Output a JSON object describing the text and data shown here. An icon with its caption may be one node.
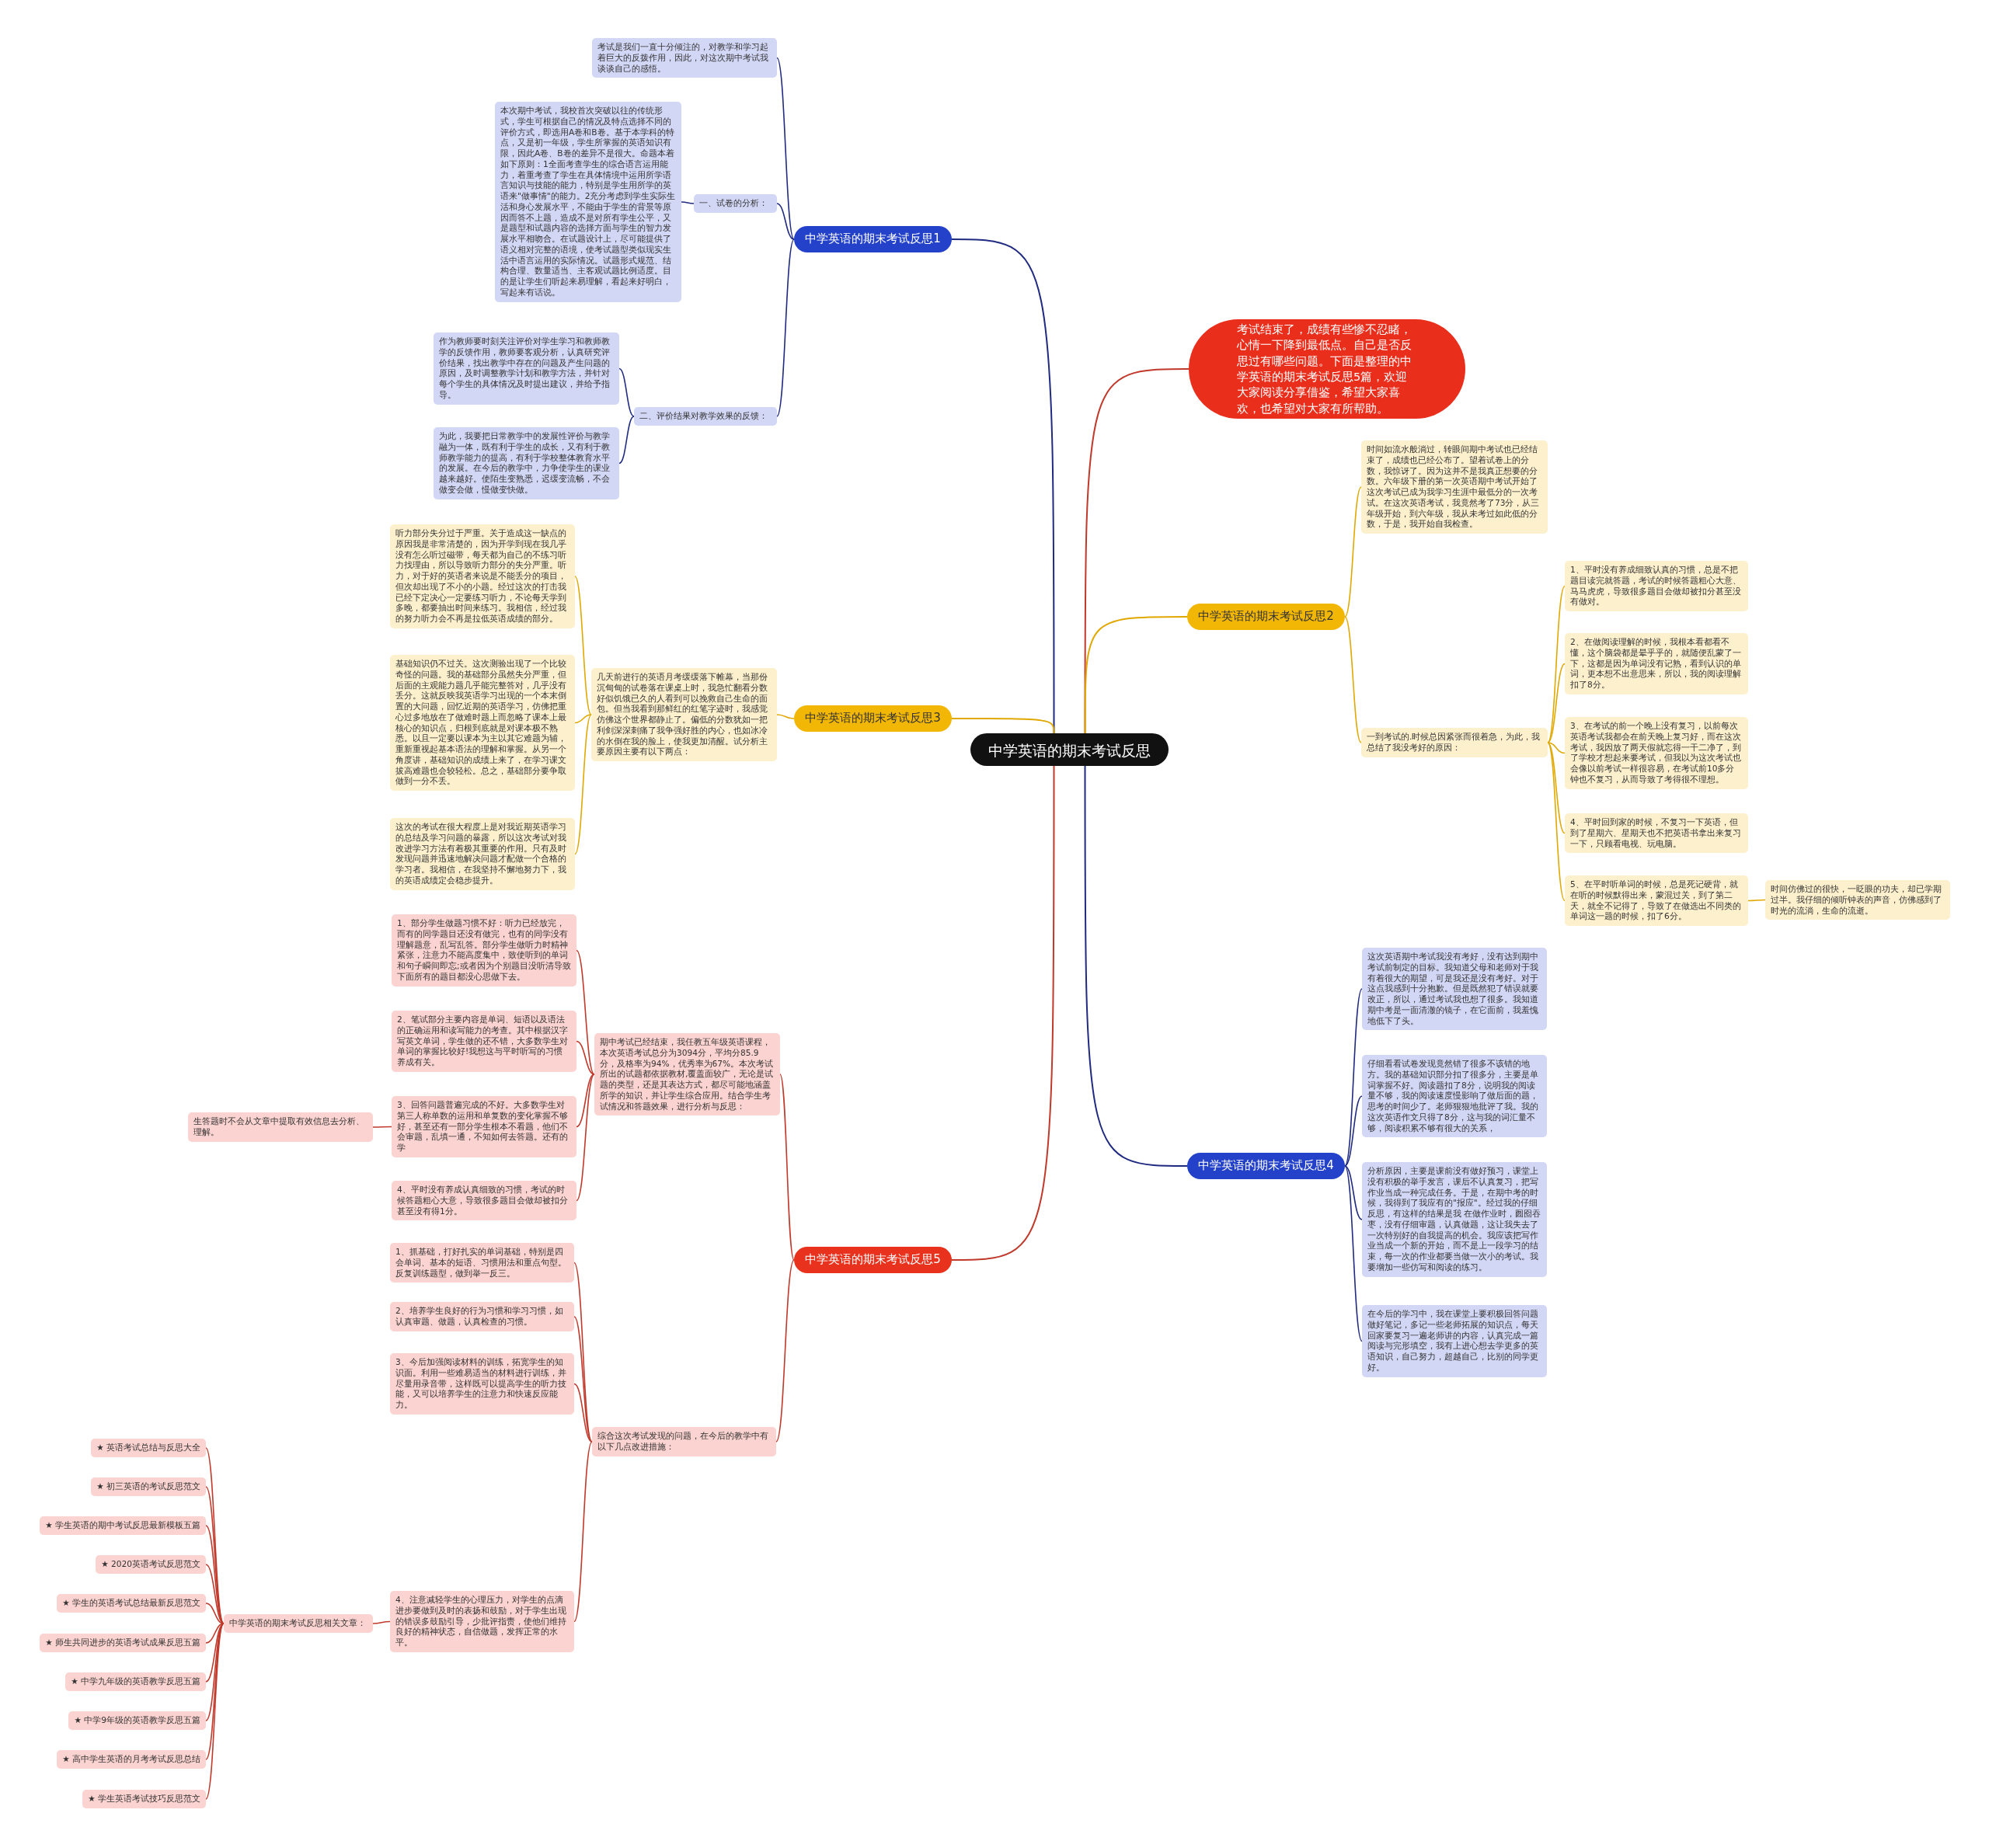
{
  "diagram": {
    "nodes": [
      {
        "text": [
          "中学英语的期末考试反思"
        ]
      },
      {
        "text": [
          "中学英语的期末考试反思1"
        ]
      },
      {
        "text": [
          "考试是我们一直十分倾注的，对教学和学习起着巨大的反拨作用，因此，对这次期中考试我谈谈自己的感悟。"
        ]
      },
      {
        "text": [
          "一、试卷的分析："
        ]
      },
      {
        "text": [
          "本次期中考试，我校首次突破以往的传统形式，学生可根据自己的情况及特点选择不同的评价方式，即选用A卷和B卷。基于本学科的特点，又是初一年级，学生所掌握的英语知识有限，因此A卷、B卷的差异不是很大。命题本着如下原则：1全面考查学生的综合语言运用能力，着重考查了学生在具体情境中运用所学语言知识与技能的能力，特别是学生用所学的英语来\"做事情\"的能力。2充分考虑到学生实际生活和身心发展水平，不能由于学生的背景等原因而答不上题，造成不是对所有学生公平，又是题型和试题内容的选择方面与学生的智力发展水平相吻合。在试题设计上，尽可能提供了语义相对完整的语境，使考试题型类似现实生活中语言运用的实际情况。试题形式规范、结构合理、数量适当、主客观试题比例适度。目的是让学生们听起来易理解，看起来好明白，写起来有话说。"
        ]
      },
      {
        "text": [
          "二、评价结果对教学效果的反馈："
        ]
      },
      {
        "text": [
          "作为教师要时刻关注评价对学生学习和教师教学的反馈作用，教师要客观分析，认真研究评价结果，找出教学中存在的问题及产生问题的原因，及时调整教学计划和教学方法，并针对每个学生的具体情况及时提出建议，并给予指导。"
        ]
      },
      {
        "text": [
          "为此，我要把日常教学中的发展性评价与教学融为一体，既有利于学生的成长，又有利于教师教学能力的提高，有利于学校整体教育水平的发展。在今后的教学中，力争使学生的课业越来越好。使陌生变熟悉，迟缓变流畅，不会做变会做，慢做变快做。"
        ]
      },
      {
        "text": [
          "考试结束了，成绩有些惨不忍睹，心情一下降到最低点。自己是否反思过有哪些问题。下面是整理的中学英语的期末考试反思5篇，欢迎大家阅读分享借鉴，希望大家喜欢，也希望对大家有所帮助。"
        ]
      },
      {
        "text": [
          "中学英语的期末考试反思2"
        ]
      },
      {
        "text": [
          "时间如流水般淌过，转眼间期中考试也已经结束了，成绩也已经公布了。望着试卷上的分数，我惊讶了。因为这并不是我真正想要的分数。六年级下册的第一次英语期中考试开始了这次考试已成为我学习生涯中最低分的一次考试。在这次英语考试，我竟然考了73分，从三年级开始，到六年级，我从未考过如此低的分数，于是，我开始自我检查。"
        ]
      },
      {
        "text": [
          "一到考试的.时候总因紧张而很着急，为此，我总结了我没考好的原因："
        ]
      },
      {
        "text": [
          "1、平时没有养成细致认真的习惯，总是不把题目读完就答题，考试的时候答题粗心大意、马马虎虎，导致很多题目会做却被扣分甚至没有做对。"
        ]
      },
      {
        "text": [
          "2、在做阅读理解的时候，我根本看都看不懂，这个脑袋都是晕乎乎的，就随便乱蒙了一下，这都是因为单词没有记熟，看到认识的单词，更本想不出意思来，所以，我的阅读理解扣了8分。"
        ]
      },
      {
        "text": [
          "3、在考试的前一个晚上没有复习，以前每次英语考试我都会在前天晚上复习好，而在这次考试，我因放了两天假就忘得一干二净了，到了学校才想起来要考试，但我以为这次考试也会像以前考试一样很容易，在考试前10多分钟也不复习，从而导致了考得很不理想。"
        ]
      },
      {
        "text": [
          "4、平时回到家的时候，不复习一下英语，但到了星期六、星期天也不把英语书拿出来复习一下，只顾看电视、玩电脑。"
        ]
      },
      {
        "text": [
          "5、在平时听单词的时候，总是死记硬背，就在听的时候默得出来，蒙混过关，到了第二天，就全不记得了，导致了在做选出不同类的单词这一题的时候，扣了6分。"
        ]
      },
      {
        "text": [
          "时间仿佛过的很快，一眨眼的功夫，却已学期过半。我仔细的倾听钟表的声音，仿佛感到了时光的流淌，生命的流逝。"
        ]
      },
      {
        "text": [
          "中学英语的期末考试反思3"
        ]
      },
      {
        "text": [
          "几天前进行的英语月考缓缓落下帷幕，当那份沉甸甸的试卷落在课桌上时，我急忙翻看分数好似饥饿已久的人看到可以挽救自己生命的面包。但当我看到那鲜红的红笔字迹时，我感觉仿佛这个世界都静止了。偏低的分数犹如一把利剑深深刺痛了我争强好胜的内心，也如冰冷的水倒在我的脸上，使我更加清醒。试分析主要原因主要有以下两点："
        ]
      },
      {
        "text": [
          "听力部分失分过于严重。关于造成这一缺点的原因我是非常清楚的，因为开学到现在我几乎没有怎么听过磁带，每天都为自己的不练习听力找理由，所以导致听力部分的失分严重。听力，对于好的英语者来说是不能丢分的项目，但次却出现了不小的小题。经过这次的打击我已经下定决心一定要练习听力，不论每天学到多晚，都要抽出时间来练习。我相信，经过我的努力听力会不再是拉低英语成绩的部分。"
        ]
      },
      {
        "text": [
          "基础知识仍不过关。这次测验出现了一个比较奇怪的问题。我的基础部分虽然失分严重，但后面的主观能力题几乎能完整答对，几乎没有丢分。这就反映我英语学习出现的一个本末倒置的大问题，回忆近期的英语学习，仿佛把重心过多地放在了做难时题上而忽略了课本上最核心的知识点，归根到底就是对课本极不熟悉。以且一定要以课本为主以其它难题为辅，重新重视起基本语法的理解和掌握。从另一个角度讲，基础知识的成绩上来了，在学习课文拔高难题也会较轻松。总之，基础部分要争取做到一分不丢。"
        ]
      },
      {
        "text": [
          "这次的考试在很大程度上是对我近期英语学习的总结及学习问题的暴露，所以这次考试对我改进学习方法有着极其重要的作用。只有及时发现问题并迅速地解决问题才配做一个合格的学习者。我相信，在我坚持不懈地努力下，我的英语成绩定会稳步提升。"
        ]
      },
      {
        "text": [
          "中学英语的期末考试反思4"
        ]
      },
      {
        "text": [
          "这次英语期中考试我没有考好，没有达到期中考试前制定的目标。我知道父母和老师对于我有着很大的期望，可是我还是没有考好。对于这点我感到十分抱歉。但是既然犯了错误就要改正，所以，通过考试我也想了很多。我知道期中考是一面清澈的镜子，在它面前，我羞愧地低下了头。"
        ]
      },
      {
        "text": [
          "仔细看看试卷发现竟然错了很多不该错的地方。我的基础知识部分扣了很多分，主要是单词掌握不好。阅读题扣了8分，说明我的阅读量不够，我的阅读速度慢影响了做后面的题，思考的时间少了。老师狠狠地批评了我。我的这次英语作文只得了8分，这与我的词汇量不够，阅读积累不够有很大的关系，"
        ]
      },
      {
        "text": [
          "分析原因，主要是课前没有做好预习，课堂上没有积极的举手发言，课后不认真复习，把写作业当成一种完成任务。于是，在期中考的时候，我得到了我应有的\"报应\"。经过我的仔细反思，有这样的结果是我 在做作业时，囫囵吞枣，没有仔细审题，认真做题，这让我失去了一次特别好的自我提高的机会。我应该把写作业当成一个新的开始，而不是上一段学习的结束，每一次的作业都要当做一次小的考试。我要增加一些仿写和阅读的练习。"
        ]
      },
      {
        "text": [
          "在今后的学习中，我在课堂上要积极回答问题做好笔记，多记一些老师拓展的知识点，每天回家要复习一遍老师讲的内容，认真完成一篇阅读与完形填空，我有上进心想去学更多的英语知识，自己努力，超越自己，比别的同学更好。"
        ]
      },
      {
        "text": [
          "中学英语的期末考试反思5"
        ]
      },
      {
        "text": [
          "期中考试已经结束，我任教五年级英语课程，本次英语考试总分为3094分，平均分85.9分，及格率为94%，优秀率为67%。本次考试所出的试题都依据教材,覆盖面较广，无论是试题的类型，还是其表达方式，都尽可能地涵盖所学的知识，并让学生综合应用。结合学生考试情况和答题效果，进行分析与反思："
        ]
      },
      {
        "text": [
          "1、部分学生做题习惯不好：听力已经放完，而有的同学题目还没有做完，也有的同学没有理解题意，乱写乱答。部分学生做听力时精神紧张，注意力不能高度集中，致使听到的单词和句子瞬间即忘;或者因为个别题目没听清导致下面所有的题目都没心思做下去。"
        ]
      },
      {
        "text": [
          "2、笔试部分主要内容是单词、短语以及语法的正确运用和读写能力的考查。其中根据汉字写英文单词，学生做的还不错，大多数学生对单词的掌握比较好!我想这与平时听写的习惯养成有关。"
        ]
      },
      {
        "text": [
          "3、回答问题普遍完成的不好。大多数学生对第三人称单数的运用和单复数的变化掌握不够好，甚至还有一部分学生根本不看题，他们不会审题，乱填一通，不知如何去答题。还有的学"
        ]
      },
      {
        "text": [
          "4、平时没有养成认真细致的习惯，考试的时候答题粗心大意，导致很多题目会做却被扣分甚至没有得1分。"
        ]
      },
      {
        "text": [
          "生答题时不会从文章中提取有效信息去分析、理解。"
        ]
      },
      {
        "text": [
          "综合这次考试发现的问题，在今后的教学中有以下几点改进措施："
        ]
      },
      {
        "text": [
          "1、抓基础，打好扎实的单词基础，特别是四会单词、基本的短语、习惯用法和重点句型。反复训练题型，做到举一反三。"
        ]
      },
      {
        "text": [
          "2、培养学生良好的行为习惯和学习习惯，如认真审题、做题，认真检查的习惯。"
        ]
      },
      {
        "text": [
          "3、今后加强阅读材料的训练，拓宽学生的知识面。利用一些难易适当的材料进行训练，并尽量用录音带，这样既可以提高学生的听力技能，又可以培养学生的注意力和快速反应能力。"
        ]
      },
      {
        "text": [
          "4、注意减轻学生的心理压力，对学生的点滴进步要做到及时的表扬和鼓励，对于学生出现的错误多鼓励引导，少批评指责，使他们维持良好的精神状态，自信做题，发挥正常的水平。"
        ]
      },
      {
        "text": [
          "中学英语的期末考试反思相关文章："
        ]
      },
      {
        "text": [
          "★ 英语考试总结与反思大全"
        ]
      },
      {
        "text": [
          "★ 初三英语的考试反思范文"
        ]
      },
      {
        "text": [
          "★ 学生英语的期中考试反思最新模板五篇"
        ]
      },
      {
        "text": [
          "★ 2020英语考试反思范文"
        ]
      },
      {
        "text": [
          "★ 学生的英语考试总结最新反思范文"
        ]
      },
      {
        "text": [
          "★ 师生共同进步的英语考试成果反思五篇"
        ]
      },
      {
        "text": [
          "★ 中学九年级的英语教学反思五篇"
        ]
      },
      {
        "text": [
          "★ 中学9年级的英语教学反思五篇"
        ]
      },
      {
        "text": [
          "★ 高中学生英语的月考考试反思总结"
        ]
      },
      {
        "text": [
          "★ 学生英语考试技巧反思范文"
        ]
      }
    ],
    "edges": [
      {
        "from": 0,
        "to": 1,
        "arrow": "none",
        "color": "#1f2a80"
      },
      {
        "from": 0,
        "to": 8,
        "arrow": "none",
        "color": "#c0392b"
      },
      {
        "from": 0,
        "to": 9,
        "arrow": "none",
        "color": "#e0a800"
      },
      {
        "from": 0,
        "to": 18,
        "arrow": "none",
        "color": "#e0a800"
      },
      {
        "from": 0,
        "to": 23,
        "arrow": "none",
        "color": "#1f2a80"
      },
      {
        "from": 0,
        "to": 28,
        "arrow": "none",
        "color": "#c0392b"
      },
      {
        "from": 1,
        "to": 2,
        "arrow": "none",
        "color": "#1f2a80"
      },
      {
        "from": 1,
        "to": 3,
        "arrow": "none",
        "color": "#1f2a80"
      },
      {
        "from": 3,
        "to": 4,
        "arrow": "none",
        "color": "#1f2a80"
      },
      {
        "from": 1,
        "to": 5,
        "arrow": "none",
        "color": "#1f2a80"
      },
      {
        "from": 5,
        "to": 6,
        "arrow": "none",
        "color": "#1f2a80"
      },
      {
        "from": 5,
        "to": 7,
        "arrow": "none",
        "color": "#1f2a80"
      },
      {
        "from": 9,
        "to": 10,
        "arrow": "none",
        "color": "#e0a800"
      },
      {
        "from": 9,
        "to": 11,
        "arrow": "none",
        "color": "#e0a800"
      },
      {
        "from": 11,
        "to": 12,
        "arrow": "none",
        "color": "#e0a800"
      },
      {
        "from": 11,
        "to": 13,
        "arrow": "none",
        "color": "#e0a800"
      },
      {
        "from": 11,
        "to": 14,
        "arrow": "none",
        "color": "#e0a800"
      },
      {
        "from": 11,
        "to": 15,
        "arrow": "none",
        "color": "#e0a800"
      },
      {
        "from": 11,
        "to": 16,
        "arrow": "none",
        "color": "#e0a800"
      },
      {
        "from": 16,
        "to": 17,
        "arrow": "none",
        "color": "#e0a800"
      },
      {
        "from": 18,
        "to": 19,
        "arrow": "none",
        "color": "#e0a800"
      },
      {
        "from": 19,
        "to": 20,
        "arrow": "none",
        "color": "#e0a800"
      },
      {
        "from": 19,
        "to": 21,
        "arrow": "none",
        "color": "#e0a800"
      },
      {
        "from": 19,
        "to": 22,
        "arrow": "none",
        "color": "#e0a800"
      },
      {
        "from": 23,
        "to": 24,
        "arrow": "none",
        "color": "#1f2a80"
      },
      {
        "from": 23,
        "to": 25,
        "arrow": "none",
        "color": "#1f2a80"
      },
      {
        "from": 23,
        "to": 26,
        "arrow": "none",
        "color": "#1f2a80"
      },
      {
        "from": 23,
        "to": 27,
        "arrow": "none",
        "color": "#1f2a80"
      },
      {
        "from": 28,
        "to": 29,
        "arrow": "none",
        "color": "#c0392b"
      },
      {
        "from": 29,
        "to": 30,
        "arrow": "none",
        "color": "#c0392b"
      },
      {
        "from": 29,
        "to": 31,
        "arrow": "none",
        "color": "#c0392b"
      },
      {
        "from": 29,
        "to": 32,
        "arrow": "none",
        "color": "#c0392b"
      },
      {
        "from": 29,
        "to": 33,
        "arrow": "none",
        "color": "#c0392b"
      },
      {
        "from": 32,
        "to": 34,
        "arrow": "none",
        "color": "#c0392b"
      },
      {
        "from": 28,
        "to": 35,
        "arrow": "none",
        "color": "#c0392b"
      },
      {
        "from": 35,
        "to": 36,
        "arrow": "none",
        "color": "#c0392b"
      },
      {
        "from": 35,
        "to": 37,
        "arrow": "none",
        "color": "#c0392b"
      },
      {
        "from": 35,
        "to": 38,
        "arrow": "none",
        "color": "#c0392b"
      },
      {
        "from": 35,
        "to": 39,
        "arrow": "none",
        "color": "#c0392b"
      },
      {
        "from": 39,
        "to": 40,
        "arrow": "none",
        "color": "#c0392b"
      },
      {
        "from": 40,
        "to": 41,
        "arrow": "none",
        "color": "#c0392b"
      },
      {
        "from": 40,
        "to": 42,
        "arrow": "none",
        "color": "#c0392b"
      },
      {
        "from": 40,
        "to": 43,
        "arrow": "none",
        "color": "#c0392b"
      },
      {
        "from": 40,
        "to": 44,
        "arrow": "none",
        "color": "#c0392b"
      },
      {
        "from": 40,
        "to": 45,
        "arrow": "none",
        "color": "#c0392b"
      },
      {
        "from": 40,
        "to": 46,
        "arrow": "none",
        "color": "#c0392b"
      },
      {
        "from": 40,
        "to": 47,
        "arrow": "none",
        "color": "#c0392b"
      },
      {
        "from": 40,
        "to": 48,
        "arrow": "none",
        "color": "#c0392b"
      },
      {
        "from": 40,
        "to": 49,
        "arrow": "none",
        "color": "#c0392b"
      },
      {
        "from": 40,
        "to": 50,
        "arrow": "none",
        "color": "#c0392b"
      }
    ]
  }
}
